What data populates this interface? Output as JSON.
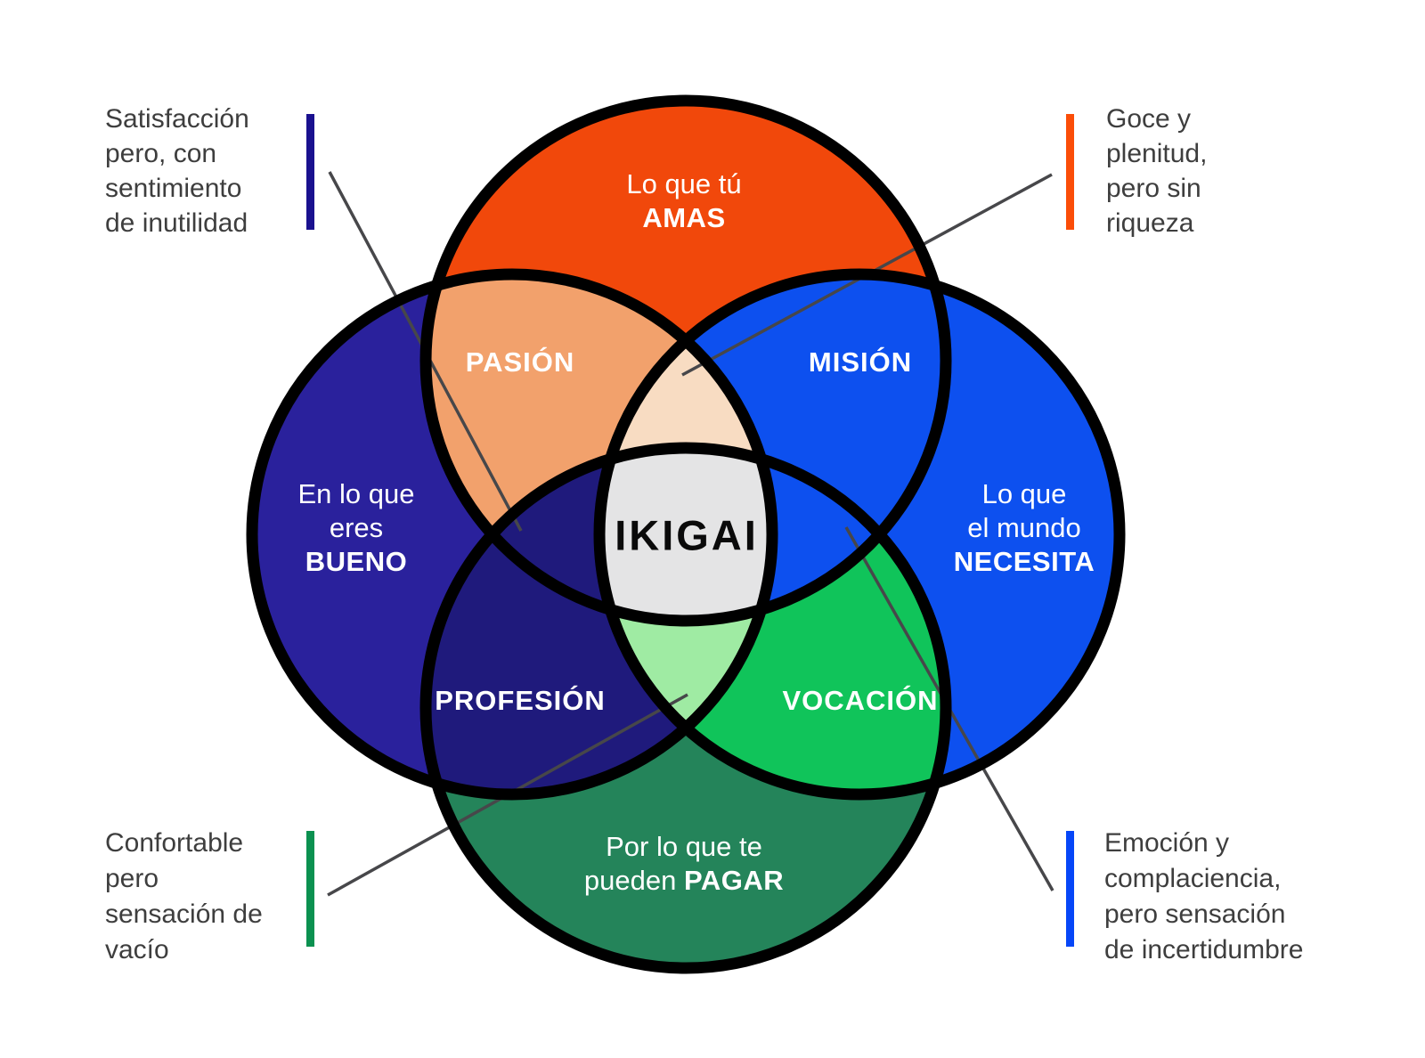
{
  "title": "IKIGAI",
  "colors": {
    "circle_love": "#F1480B",
    "circle_good": "#2A219C",
    "circle_needs": "#0D50EF",
    "circle_paid": "#24845A",
    "passion_region": "#F2A16C",
    "mission_region": "#0D50EF",
    "profession_region": "#1F1A7C",
    "vocation_region": "#10C45A",
    "love_needs_good_region": "#F8DCC2",
    "paid_needs_good_region": "#9FEBA3",
    "center_region": "#E4E4E5",
    "outline": "#000000",
    "connector_line": "#47474A",
    "annotation_text": "#3E3E3E",
    "bar_top_left": "#1A118F",
    "bar_top_right": "#FB4D08",
    "bar_bottom_left": "#0B9150",
    "bar_bottom_right": "#0646F8"
  },
  "circles": {
    "love": {
      "line1": "Lo que tú",
      "line2": "AMAS"
    },
    "good": {
      "line1": "En lo que",
      "line2": "eres",
      "line3": "BUENO"
    },
    "needs": {
      "line1": "Lo que",
      "line2": "el mundo",
      "line3": "NECESITA"
    },
    "paid": {
      "line1": "Por lo que te",
      "line2_regular": "pueden ",
      "line2_bold": "PAGAR"
    }
  },
  "regions": {
    "passion": "PASIÓN",
    "mission": "MISIÓN",
    "profession": "PROFESIÓN",
    "vocation": "VOCACIÓN",
    "center": "IKIGAI"
  },
  "annotations": {
    "top_left": {
      "lines": [
        "Satisfacción",
        "pero, con",
        "sentimiento",
        "de inutilidad"
      ]
    },
    "top_right": {
      "lines": [
        "Goce y",
        "plenitud,",
        "pero sin",
        "riqueza"
      ]
    },
    "bottom_left": {
      "lines": [
        "Confortable",
        "pero",
        "sensación de",
        "vacío"
      ]
    },
    "bottom_right": {
      "lines": [
        "Emoción y",
        "complaciencia,",
        "pero sensación",
        "de incertidumbre"
      ]
    }
  }
}
